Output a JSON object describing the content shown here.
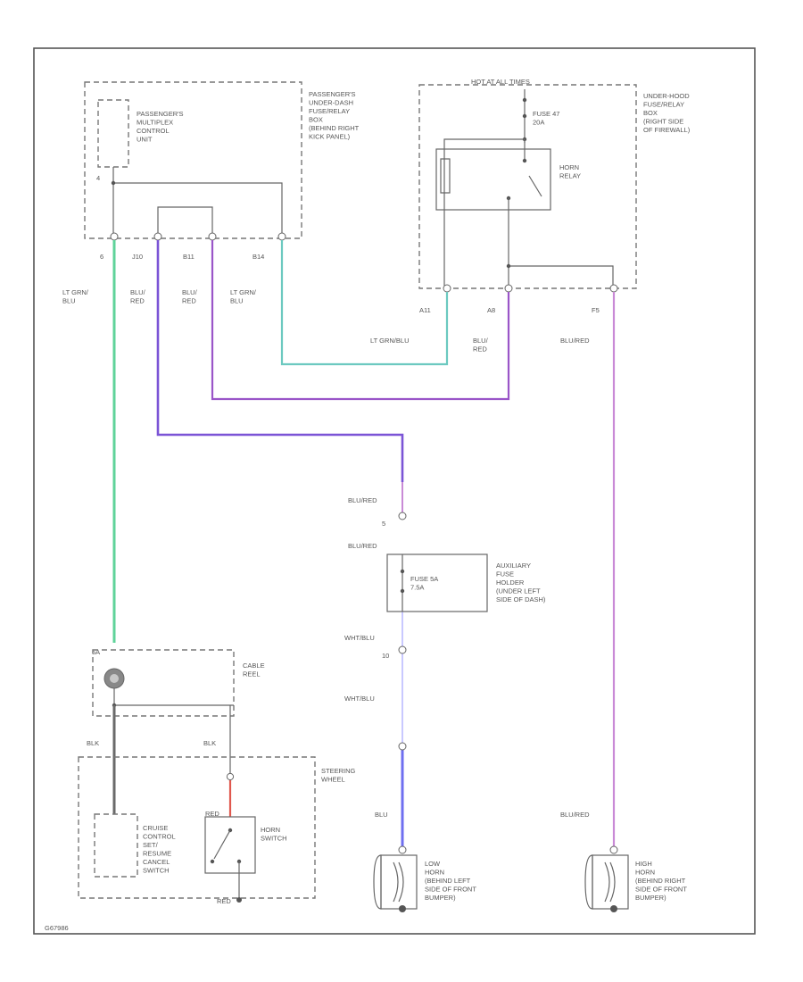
{
  "colors": {
    "lt_grn_blu": "#5fd39a",
    "lt_grn_blu_teal": "#6cc9c0",
    "blu_red": "#7b54d6",
    "blu_red_purple": "#9a55c8",
    "blu": "#6f6ff0",
    "blu_light": "#b8b8f8",
    "wht_blu": "#c9c9ff",
    "blu_red_pink": "#c98ad6",
    "red": "#e0584e",
    "blk": "#6a6a6a"
  },
  "components": {
    "pmcu": "PASSENGER'S\nMULTIPLEX\nCONTROL\nUNIT",
    "pass_fuse_box": "PASSENGER'S\nUNDER-DASH\nFUSE/RELAY\nBOX\n(BEHIND RIGHT\nKICK PANEL)",
    "hot_at_all_times": "HOT AT ALL TIMES",
    "fuse_47": "FUSE 47\n20A",
    "horn_relay": "HORN\nRELAY",
    "under_hood_box": "UNDER-HOOD\nFUSE/RELAY\nBOX\n(RIGHT SIDE\nOF FIREWALL)",
    "aux_fuse": "FUSE 5A\n7.5A",
    "aux_fuse_holder": "AUXILIARY\nFUSE\nHOLDER\n(UNDER LEFT\nSIDE OF DASH)",
    "cable_reel": "CABLE\nREEL",
    "steering_wheel": "STEERING\nWHEEL",
    "cruise_switch": "CRUISE\nCONTROL\nSET/\nRESUME\nCANCEL\nSWITCH",
    "horn_switch": "HORN\nSWITCH",
    "low_horn": "LOW\nHORN\n(BEHIND LEFT\nSIDE OF FRONT\nBUMPER)",
    "high_horn": "HIGH\nHORN\n(BEHIND RIGHT\nSIDE OF FRONT\nBUMPER)"
  },
  "pins": {
    "pmcu_pin": "4",
    "p_6": "6",
    "p_j10": "J10",
    "p_b11": "B11",
    "p_b14": "B14",
    "p_a11": "A11",
    "p_a8": "A8",
    "p_f5": "F5",
    "p_aux_in": "5",
    "p_aux_out": "10",
    "p_reel": "5A",
    "p_red": "RED"
  },
  "wires": {
    "w_ltgrn_blu_1": "LT GRN/\nBLU",
    "w_blu_red_1": "BLU/\nRED",
    "w_blu_red_2": "BLU/\nRED",
    "w_ltgrn_blu_2": "LT GRN/\nBLU",
    "w_ltgrn_blu_3": "LT GRN/BLU",
    "w_blu_red_3": "BLU/\nRED",
    "w_blu_red_4": "BLU/RED",
    "w_blu_red_5": "BLU/RED",
    "w_blu_red_6": "BLU/RED",
    "w_wht_blu_1": "WHT/BLU",
    "w_wht_blu_2": "WHT/BLU",
    "w_blk_1": "BLK",
    "w_blk_2": "BLK",
    "w_red": "RED",
    "w_blu": "BLU",
    "w_blu_red_7": "BLU/RED"
  },
  "diagram_code": "G67986"
}
